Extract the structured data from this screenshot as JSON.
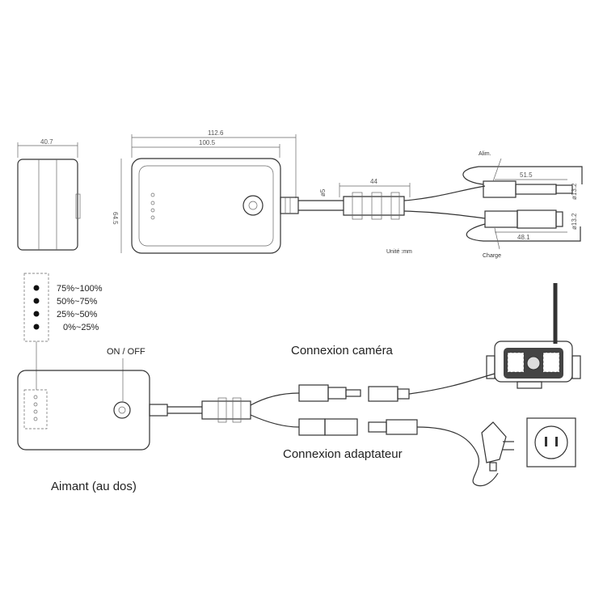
{
  "top_drawing": {
    "dims": {
      "side_width": "40.7",
      "total_length": "112.6",
      "body_length": "100.5",
      "height": "64.5",
      "cable_diameter": "ø5",
      "split_length": "44",
      "plug_top_length": "51.5",
      "plug_bottom_length": "48.1",
      "plug_top_diameter": "ø13.2",
      "plug_bottom_diameter": "ø13.2"
    },
    "labels": {
      "alim": "Alim.",
      "charge": "Charge",
      "unit": "Unité :mm"
    }
  },
  "bottom_drawing": {
    "battery_levels": [
      "75%~100%",
      "50%~75%",
      "25%~50%",
      "0%~25%"
    ],
    "on_off": "ON / OFF",
    "camera_connection": "Connexion caméra",
    "adapter_connection": "Connexion adaptateur",
    "magnet": "Aimant (au dos)"
  }
}
